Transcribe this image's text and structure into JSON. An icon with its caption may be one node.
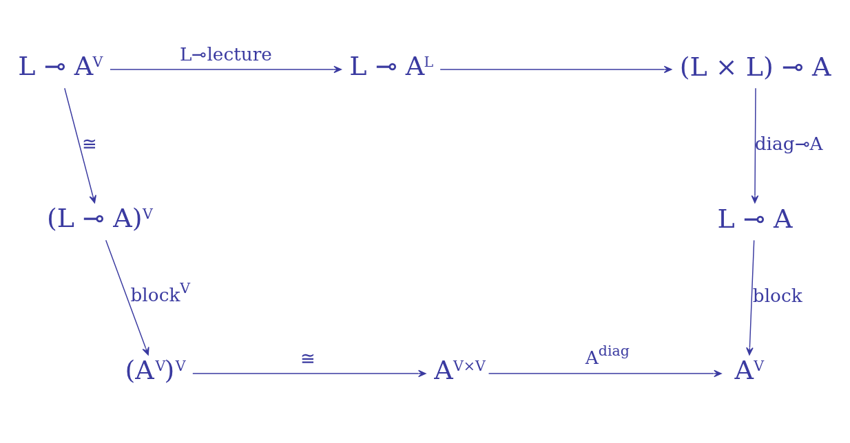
{
  "diagram": {
    "nodes": [
      {
        "text": [
          "L ⊸ A$^{V}$"
        ]
      },
      {
        "text": [
          "L ⊸ A$^{L}$"
        ]
      },
      {
        "text": [
          "(L × L) ⊸ A"
        ]
      },
      {
        "text": [
          "(L ⊸ A)$^{V}$"
        ]
      },
      {
        "text": [
          "L ⊸ A"
        ]
      },
      {
        "text": [
          "(A$^{V}$)$^{V}$"
        ]
      },
      {
        "text": [
          "A$^{V×V}$"
        ]
      },
      {
        "text": [
          "A$^{V}$"
        ]
      }
    ],
    "edges": [
      {
        "from": 0,
        "to": 1,
        "arrow": "to",
        "label": "L⊸lecture"
      },
      {
        "from": 1,
        "to": 2,
        "arrow": "to"
      },
      {
        "from": 0,
        "to": 3,
        "arrow": "to",
        "label": "≅"
      },
      {
        "from": 3,
        "to": 5,
        "arrow": "to",
        "label": "block$^{V}$"
      },
      {
        "from": 2,
        "to": 4,
        "arrow": "to",
        "label": "diag⊸A"
      },
      {
        "from": 4,
        "to": 7,
        "arrow": "to",
        "label": "block"
      },
      {
        "from": 5,
        "to": 6,
        "arrow": "to",
        "label": "≅"
      },
      {
        "from": 6,
        "to": 7,
        "arrow": "to",
        "label": "A$^{diag}$"
      }
    ]
  }
}
